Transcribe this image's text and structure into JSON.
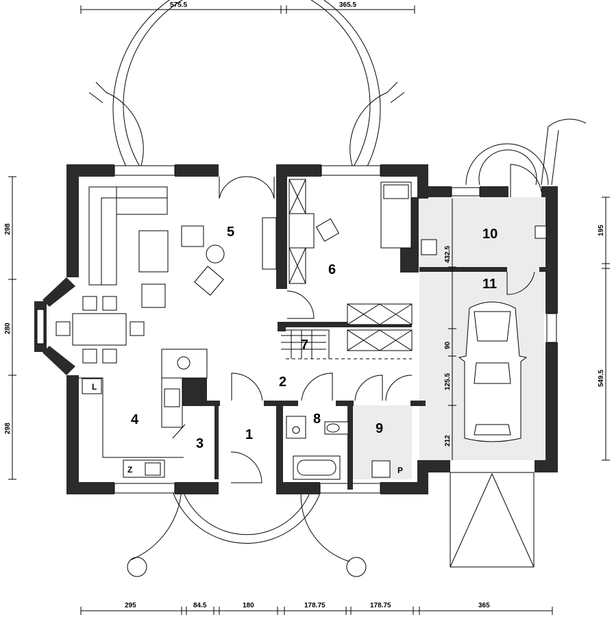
{
  "rooms": [
    {
      "id": "r1",
      "label": "1"
    },
    {
      "id": "r2",
      "label": "2"
    },
    {
      "id": "r3",
      "label": "3"
    },
    {
      "id": "r4",
      "label": "4"
    },
    {
      "id": "r5",
      "label": "5"
    },
    {
      "id": "r6",
      "label": "6"
    },
    {
      "id": "r7",
      "label": "7"
    },
    {
      "id": "r8",
      "label": "8"
    },
    {
      "id": "r9",
      "label": "9"
    },
    {
      "id": "r10",
      "label": "10"
    },
    {
      "id": "r11",
      "label": "11"
    }
  ],
  "dimensions": {
    "top": [
      "575.5",
      "365.5"
    ],
    "bottom": [
      "295",
      "84.5",
      "180",
      "178.75",
      "178.75",
      "365"
    ],
    "left": [
      "298",
      "280",
      "298"
    ],
    "right": [
      "195",
      "549.5"
    ],
    "garage_inner": [
      "432.5",
      "90",
      "125.5",
      "212"
    ]
  },
  "fixture_labels": {
    "fridge": "L",
    "sink_unit": "Z",
    "boiler": "P"
  },
  "colors": {
    "wall": "#2b2b2b",
    "garage_floor": "#ececec"
  }
}
